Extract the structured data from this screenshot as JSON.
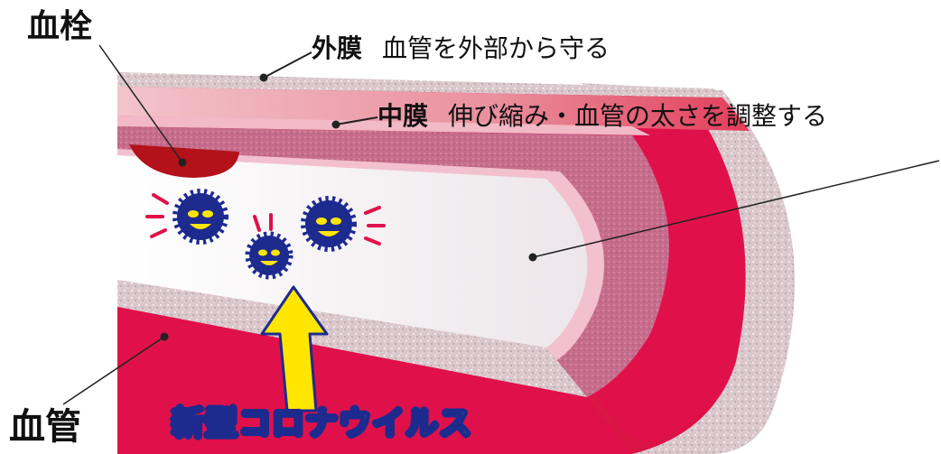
{
  "labels": {
    "clot": "血栓",
    "vessel": "血管",
    "adventitia_term": "外膜",
    "adventitia_desc": "血管を外部から守る",
    "media_term": "中膜",
    "media_desc": "伸び縮み・血管の太さを調整する",
    "virus": "新型コロナウイルス"
  },
  "colors": {
    "vessel_red": "#e0114a",
    "vessel_red_dark": "#c40d3f",
    "outer_pink": "#e9a3ae",
    "media_mauve": "#c9708e",
    "lumen": "#f3eef1",
    "clot": "#b3121b",
    "virus_blue": "#1d2b8f",
    "arrow_yellow": "#ffe600"
  },
  "icons": [
    "virus-icon",
    "arrow-up-icon"
  ]
}
